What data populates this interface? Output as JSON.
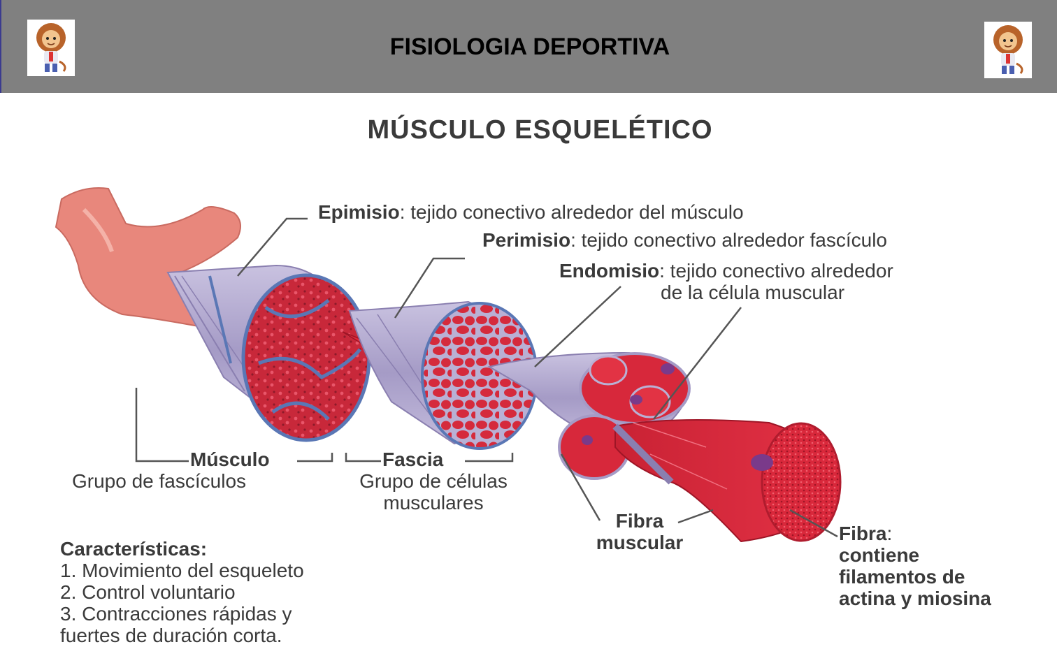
{
  "header": {
    "title": "FISIOLOGIA DEPORTIVA",
    "logo_icon": "cartoon-lion-mascot"
  },
  "diagram": {
    "title": "MÚSCULO ESQUELÉTICO",
    "labels": {
      "epimisio_term": "Epimisio",
      "epimisio_desc": ": tejido conectivo alrededor del músculo",
      "perimisio_term": "Perimisio",
      "perimisio_desc": ": tejido conectivo alrededor fascículo",
      "endomisio_term": "Endomisio",
      "endomisio_desc_1": ": tejido conectivo alrededor",
      "endomisio_desc_2": "de la célula muscular",
      "musculo_term": "Músculo",
      "musculo_desc": "Grupo de fascículos",
      "fascia_term": "Fascia",
      "fascia_desc_1": "Grupo de células",
      "fascia_desc_2": "musculares",
      "fibra_muscular_1": "Fibra",
      "fibra_muscular_2": "muscular",
      "fibra_term": "Fibra",
      "fibra_colon": ":",
      "fibra_desc_1": "contiene",
      "fibra_desc_2": "filamentos de",
      "fibra_desc_3": "actina y miosina"
    },
    "characteristics": {
      "heading": "Características:",
      "items": [
        "1. Movimiento del esqueleto",
        "2. Control voluntario",
        "3. Contracciones rápidas y",
        "fuertes de duración corta."
      ]
    }
  },
  "colors": {
    "header_bg": "#808080",
    "label_text": "#3a3a3a",
    "muscle_red": "#d8283a",
    "membrane_purple": "#9a8fb8",
    "tendon_pink": "#e68a7e"
  }
}
